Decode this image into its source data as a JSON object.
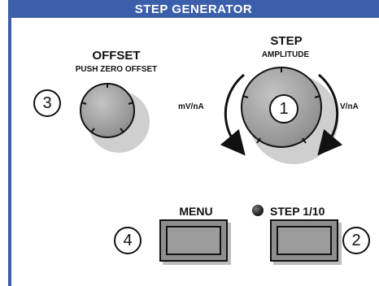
{
  "header": {
    "title": "STEP GENERATOR"
  },
  "offset": {
    "title": "OFFSET",
    "subtitle": "PUSH ZERO OFFSET",
    "callout": "3"
  },
  "step": {
    "title": "STEP",
    "subtitle": "AMPLITUDE",
    "callout": "1",
    "left_label": "mV/nA",
    "right_label": "V/nA"
  },
  "menu": {
    "title": "MENU",
    "callout": "4"
  },
  "step_1_10": {
    "title": "STEP 1/10",
    "callout": "2"
  },
  "colors": {
    "header": "#3b5faa",
    "knob": "#9e9e9e",
    "button": "#8e8e8e",
    "led": "#222222"
  }
}
